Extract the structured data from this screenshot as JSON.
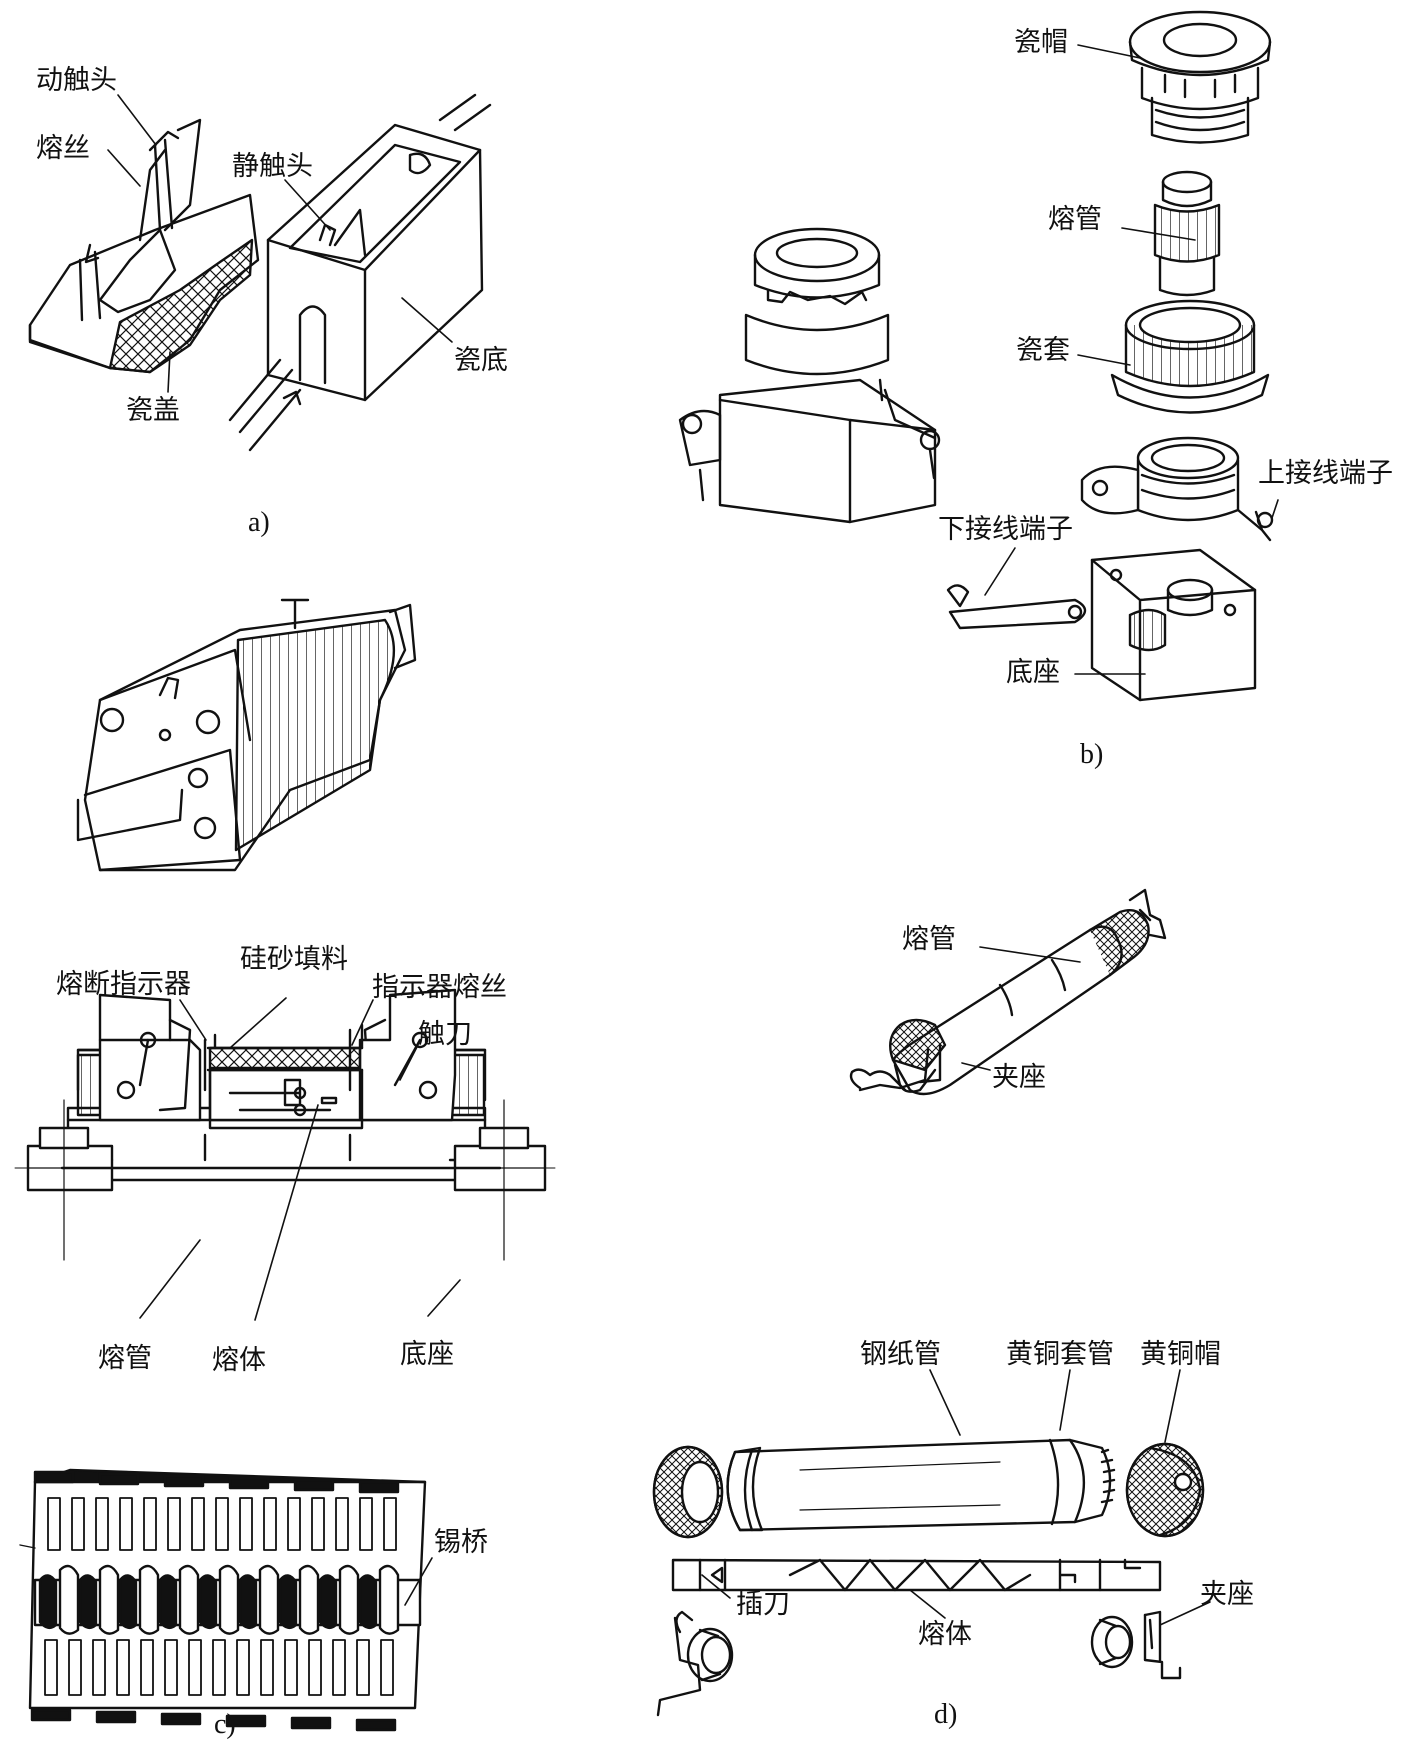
{
  "panel_a": {
    "caption": "a)",
    "labels": {
      "moving_contact": "动触头",
      "fuse_wire": "熔丝",
      "static_contact": "静触头",
      "porcelain_cover": "瓷盖",
      "porcelain_base": "瓷底"
    }
  },
  "panel_b": {
    "caption": "b)",
    "labels": {
      "porcelain_cap": "瓷帽",
      "fuse_tube": "熔管",
      "porcelain_sleeve": "瓷套",
      "upper_terminal": "上接线端子",
      "lower_terminal": "下接线端子",
      "base": "底座"
    }
  },
  "panel_c": {
    "caption": "c)",
    "labels": {
      "blow_indicator": "熔断指示器",
      "quartz_sand": "硅砂填料",
      "indicator_wire": "指示器熔丝",
      "contact_blade": "触刀",
      "fuse_tube": "熔管",
      "fuse_element": "熔体",
      "base": "底座",
      "tin_bridge": "锡桥"
    }
  },
  "panel_d": {
    "caption": "d)",
    "labels": {
      "fuse_tube": "熔管",
      "clip_seat_top": "夹座",
      "fiber_tube": "钢纸管",
      "brass_sleeve": "黄铜套管",
      "brass_cap": "黄铜帽",
      "blade": "插刀",
      "fuse_element": "熔体",
      "clip_seat": "夹座"
    }
  }
}
